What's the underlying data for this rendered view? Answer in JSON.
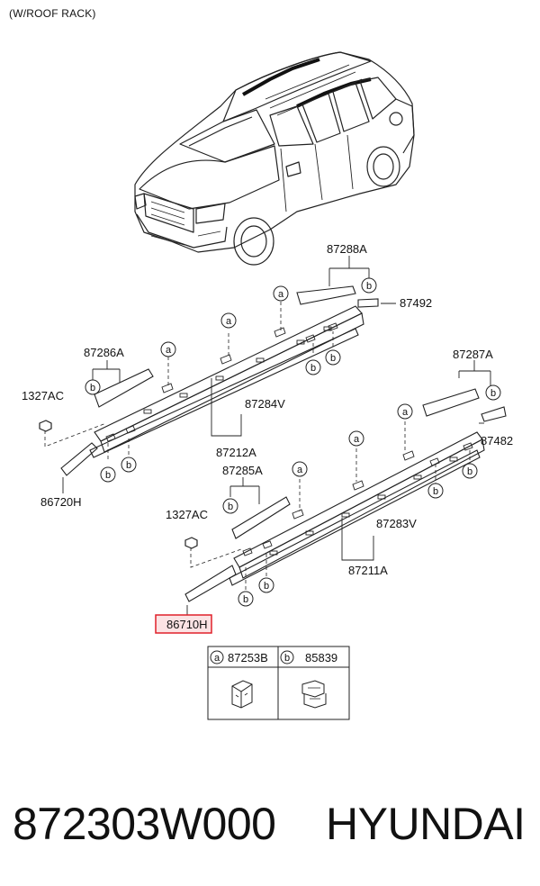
{
  "header": {
    "note": "(W/ROOF RACK)"
  },
  "labels": {
    "p87288A": "87288A",
    "p87492": "87492",
    "p87286A": "87286A",
    "p1327AC_top": "1327AC",
    "p87284V": "87284V",
    "p87212A": "87212A",
    "p86720H": "86720H",
    "p87287A": "87287A",
    "p87482": "87482",
    "p87285A": "87285A",
    "p1327AC_bottom": "1327AC",
    "p87283V": "87283V",
    "p87211A": "87211A",
    "p86710H": "86710H"
  },
  "callout_letters": {
    "a": "a",
    "b": "b"
  },
  "legend": {
    "a_letter": "a",
    "a_part": "87253B",
    "b_letter": "b",
    "b_part": "85839"
  },
  "footer": {
    "part_number": "872303W000",
    "brand": "HYUNDAI"
  },
  "colors": {
    "highlight": "#e0202a",
    "highlight_fill": "#fbe3e4",
    "line": "#222222"
  }
}
